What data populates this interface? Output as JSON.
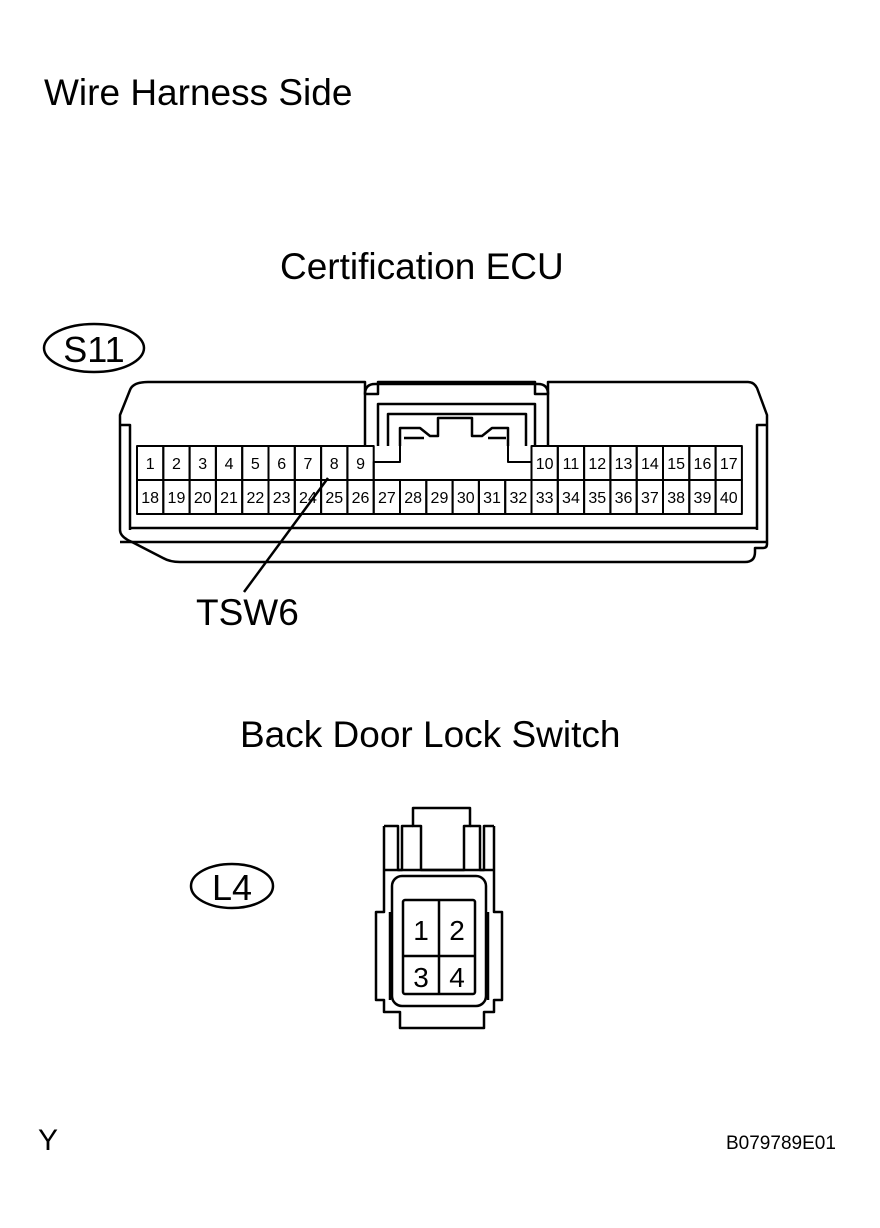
{
  "page": {
    "title": "Wire Harness Side",
    "footer_left": "Y",
    "footer_right": "B079789E01"
  },
  "ecu": {
    "title": "Certification ECU",
    "connector_id": "S11",
    "row1_left": [
      "1",
      "2",
      "3",
      "4",
      "5",
      "6",
      "7",
      "8",
      "9"
    ],
    "row1_right": [
      "10",
      "11",
      "12",
      "13",
      "14",
      "15",
      "16",
      "17"
    ],
    "row2": [
      "18",
      "19",
      "20",
      "21",
      "22",
      "23",
      "24",
      "25",
      "26",
      "27",
      "28",
      "29",
      "30",
      "31",
      "32",
      "33",
      "34",
      "35",
      "36",
      "37",
      "38",
      "39",
      "40"
    ],
    "callout_label": "TSW6"
  },
  "switch": {
    "title": "Back Door Lock Switch",
    "connector_id": "L4",
    "pins": [
      "1",
      "2",
      "3",
      "4"
    ]
  }
}
